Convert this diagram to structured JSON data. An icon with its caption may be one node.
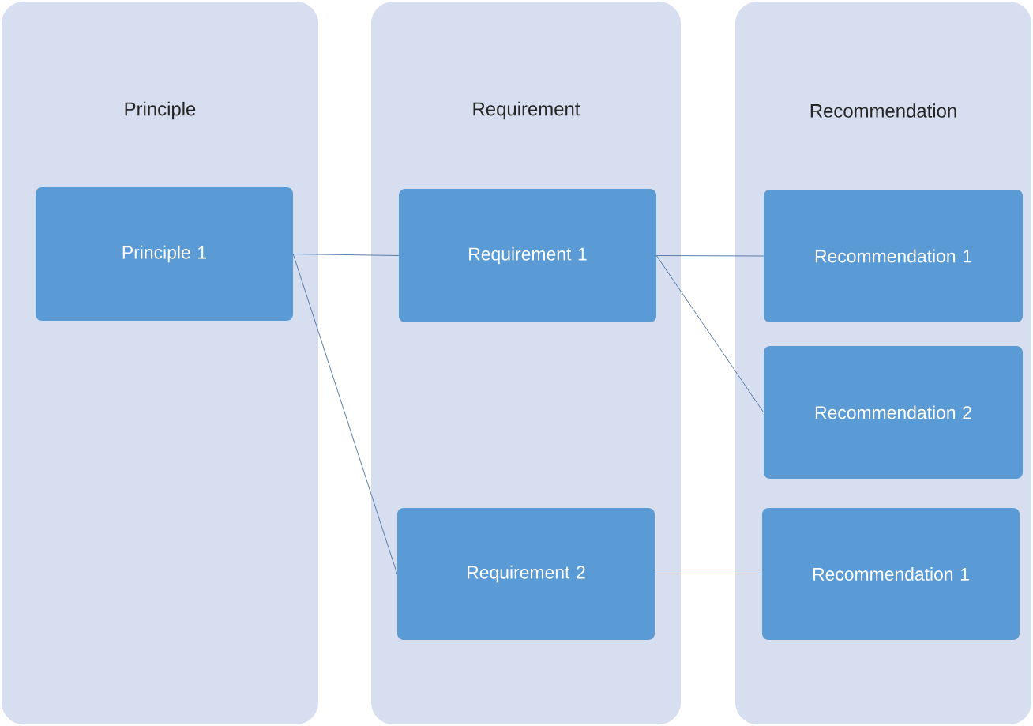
{
  "diagram": {
    "nodes": [
      {
        "text": [
          "Principle"
        ]
      },
      {
        "text": [
          "Principle 1"
        ],
        "in": 0
      },
      {
        "text": [
          "Requirement"
        ]
      },
      {
        "text": [
          "Requirement 1"
        ],
        "in": 2
      },
      {
        "text": [
          "Requirement 2"
        ],
        "in": 2
      },
      {
        "text": [
          "Recommendation"
        ]
      },
      {
        "text": [
          "Recommendation 1"
        ],
        "in": 5
      },
      {
        "text": [
          "Recommendation 2"
        ],
        "in": 5
      },
      {
        "text": [
          "Recommendation 1"
        ],
        "in": 5
      }
    ],
    "edges": [
      {
        "from": 1,
        "to": 3,
        "arrow": "none"
      },
      {
        "from": 1,
        "to": 4,
        "arrow": "none"
      },
      {
        "from": 3,
        "to": 6,
        "arrow": "none"
      },
      {
        "from": 3,
        "to": 7,
        "arrow": "none"
      },
      {
        "from": 4,
        "to": 8,
        "arrow": "none"
      }
    ]
  }
}
